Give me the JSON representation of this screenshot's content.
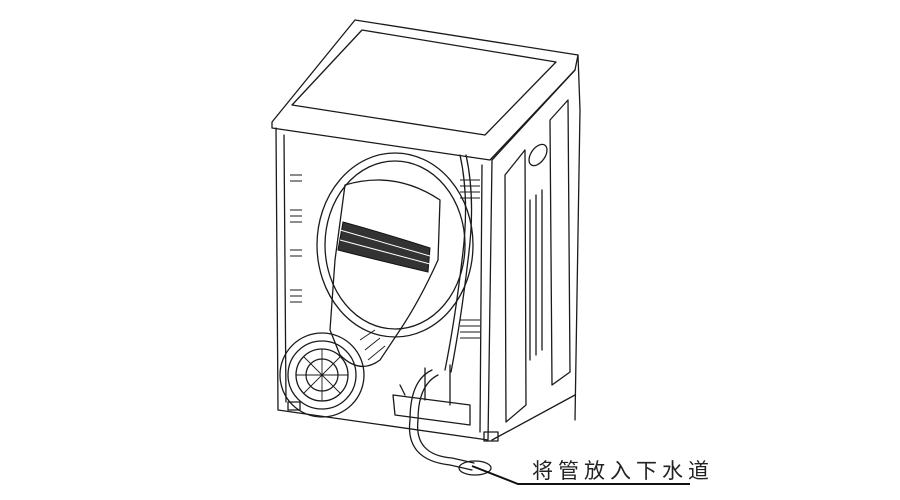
{
  "figure": {
    "subject": "dryer rear view with drain hose",
    "callout": {
      "text": "将管放入下水道",
      "meaning": "Put the hose into the drain"
    },
    "colors": {
      "line": "#1a1a1a",
      "background": "#ffffff"
    }
  }
}
